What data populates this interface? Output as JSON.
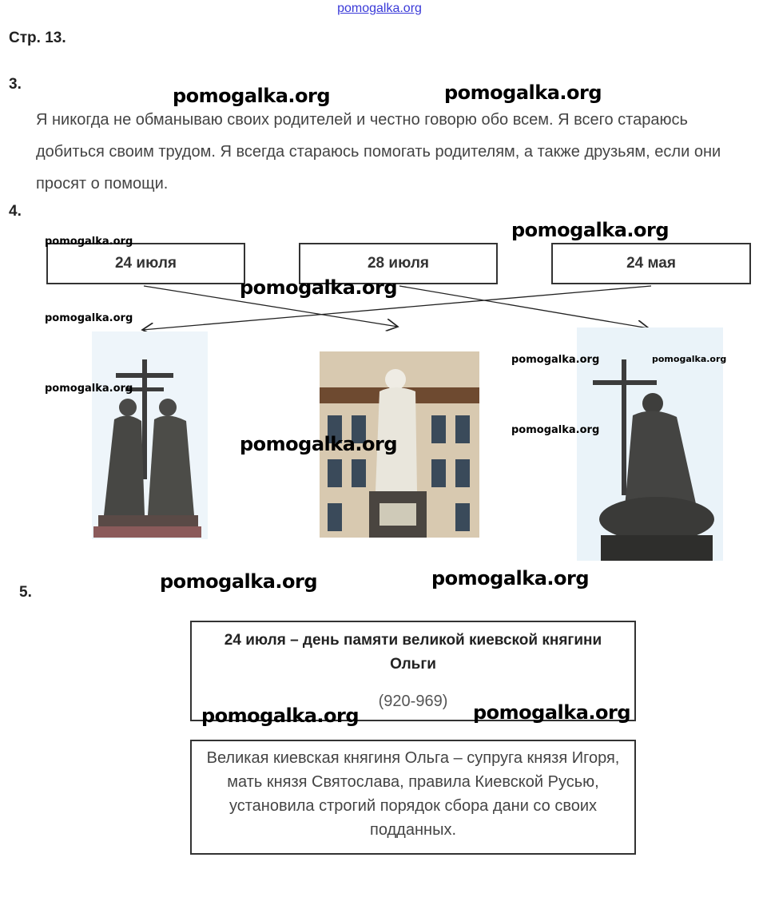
{
  "site_link": "pomogalka.org",
  "page_header": "Стр. 13.",
  "task3": {
    "number": "3.",
    "text": "Я никогда не обманываю своих родителей и честно говорю обо всем. Я всего стараюсь добиться своим трудом. Я всегда стараюсь помогать родителям, а также друзьям, если они просят о помощи."
  },
  "task4": {
    "number": "4.",
    "dates": [
      "24 июля",
      "28 июля",
      "24 мая"
    ],
    "images": [
      "cyril-methodius-statue",
      "princess-olga-statue",
      "prince-vladimir-statue"
    ]
  },
  "task5": {
    "number": "5.",
    "title": "24 июля – день памяти великой киевской княгини Ольги",
    "years": "(920-969)",
    "description": "Великая киевская княгиня Ольга – супруга князя Игоря, мать князя Святослава, правила Киевской Русью, установила строгий порядок сбора дани со своих подданных."
  },
  "watermarks": [
    "pomogalka.org",
    "pomogalka.org",
    "pomogalka.org",
    "pomogalka.org",
    "pomogalka.org",
    "pomogalka.org",
    "pomogalka.org",
    "pomogalka.org",
    "pomogalka.org",
    "pomogalka.org",
    "pomogalka.org",
    "pomogalka.org",
    "pomogalka.org",
    "pomogalka.org",
    "pomogalka.org",
    "pomogalka.org"
  ]
}
